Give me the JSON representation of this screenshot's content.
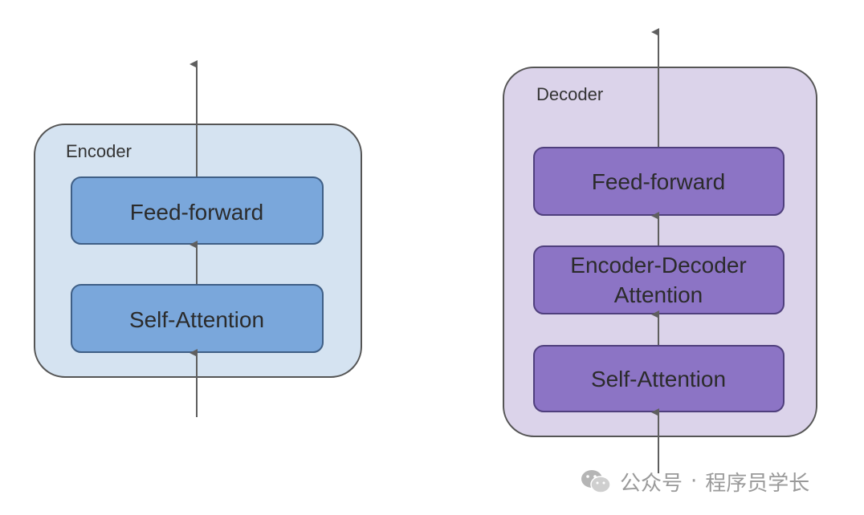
{
  "encoder": {
    "title": "Encoder",
    "blocks": [
      "Feed-forward",
      "Self-Attention"
    ]
  },
  "decoder": {
    "title": "Decoder",
    "blocks": [
      "Feed-forward",
      "Encoder-Decoder",
      "Attention",
      "Self-Attention"
    ]
  },
  "watermark": {
    "account": "公众号",
    "separator": "·",
    "name": "程序员学长"
  },
  "colors": {
    "encoder_container": "#d5e3f1",
    "encoder_block": "#7aa7db",
    "decoder_container": "#dbd3ea",
    "decoder_block": "#8c74c5",
    "arrow": "#5f5f5f",
    "border": "#555555"
  }
}
